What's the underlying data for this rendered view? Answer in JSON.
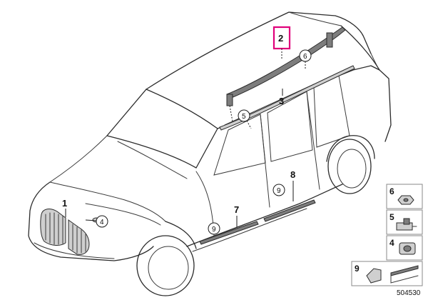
{
  "callouts": {
    "grille": "1",
    "roof_rail": "2",
    "roof_rail_lower": "3",
    "emblem": "4",
    "clip_front_roof": "5",
    "clip_rear_roof": "6",
    "front_sill": "7",
    "rear_sill": "8",
    "clip_rear_door": "9",
    "clip_front_door": "9"
  },
  "side_panel": {
    "items": [
      {
        "number": "6",
        "icon": "nut-icon"
      },
      {
        "number": "5",
        "icon": "clip-icon"
      },
      {
        "number": "4",
        "icon": "grommet-icon"
      },
      {
        "number": "9",
        "icon": "fastener-icon"
      }
    ]
  },
  "diagram_id": "504530",
  "colors": {
    "highlight": "#e0007a",
    "line": "#2b2b2b",
    "part_fill": "#7d7d7d"
  }
}
